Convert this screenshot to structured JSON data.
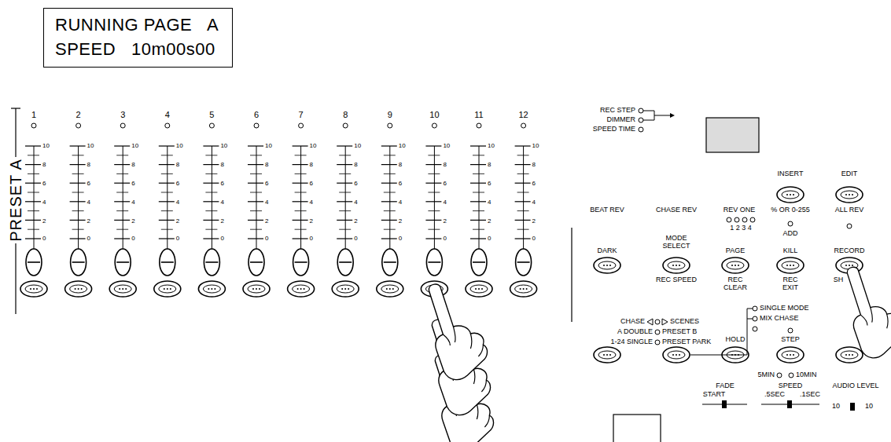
{
  "diagram": {
    "nodes": [
      {
        "text": [
          "RUNNING PAGE   A",
          "SPEED   10m00s00"
        ]
      }
    ],
    "labels": [
      "PRESET A",
      "1",
      "2",
      "3",
      "4",
      "5",
      "6",
      "7",
      "8",
      "9",
      "10",
      "11",
      "12",
      "10",
      "8",
      "6",
      "4",
      "2",
      "0",
      "10",
      "8",
      "6",
      "4",
      "2",
      "0",
      "10",
      "8",
      "6",
      "4",
      "2",
      "0",
      "10",
      "8",
      "6",
      "4",
      "2",
      "0",
      "10",
      "8",
      "6",
      "4",
      "2",
      "0",
      "10",
      "8",
      "6",
      "4",
      "2",
      "0",
      "10",
      "8",
      "6",
      "4",
      "2",
      "0",
      "10",
      "8",
      "6",
      "4",
      "2",
      "0",
      "10",
      "8",
      "6",
      "4",
      "2",
      "0",
      "10",
      "8",
      "6",
      "4",
      "2",
      "0",
      "10",
      "8",
      "6",
      "4",
      "2",
      "0",
      "10",
      "8",
      "6",
      "4",
      "2",
      "0",
      "REC STEP",
      "DIMMER",
      "SPEED TIME",
      "INSERT",
      "EDIT",
      "BEAT REV",
      "CHASE REV",
      "REV ONE",
      "% OR 0-255",
      "ALL REV",
      "1 2 3 4",
      "ADD",
      "DARK",
      "MODE SELECT",
      "PAGE",
      "KILL",
      "RECORD",
      "REC SPEED",
      "REC CLEAR",
      "REC EXIT",
      "SH",
      "CHASE",
      "SCENES",
      "A DOUBLE",
      "PRESET B",
      "1-24 SINGLE",
      "PRESET PARK",
      "SINGLE MODE",
      "MIX CHASE",
      "HOLD",
      "STEP",
      "5MIN",
      "10MIN",
      "FADE",
      "SPEED",
      "AUDIO LEVEL",
      "START",
      ".5SEC",
      ".1SEC",
      "10",
      "10"
    ]
  }
}
